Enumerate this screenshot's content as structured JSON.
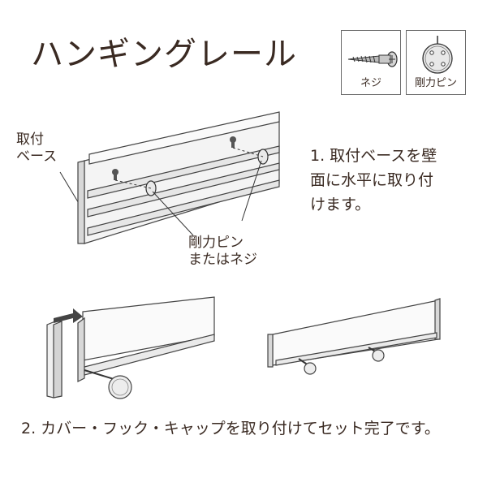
{
  "title": "ハンギングレール",
  "parts": {
    "screw": "ネジ",
    "pin": "剛力ピン"
  },
  "labels": {
    "base_line1": "取付",
    "base_line2": "ベース",
    "pin_line1": "剛力ピン",
    "pin_line2": "またはネジ"
  },
  "steps": {
    "step1_line1": "1. 取付ベースを壁",
    "step1_line2": "面に水平に取り付",
    "step1_line3": "けます。",
    "step2": "2. カバー・フック・キャップを取り付けてセット完了です。"
  }
}
